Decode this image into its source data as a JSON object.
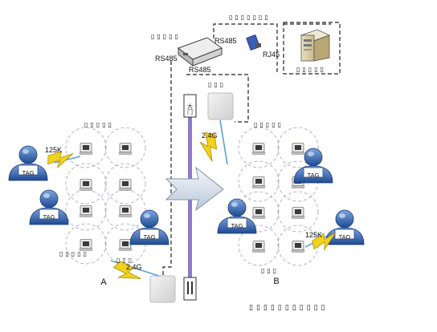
{
  "labels": {
    "rs485_top": "RS485",
    "rs485_left": "RS485",
    "rs485_bottom": "RS485",
    "rj45": "RJ45",
    "gate": "大门",
    "freq_24g_top": "2.4G",
    "freq_24g_bottom": "2.4G",
    "freq_125k_a": "125K",
    "freq_125k_b": "125K",
    "tag": "TAG",
    "zone_a": "A",
    "zone_b": "B"
  },
  "placeholders": {
    "hub_caption": "▯▯▯▯▯",
    "converter_caption": "▯▯▯▯▯▯▯",
    "server_caption": "▯▯▯▯▯",
    "reader_top_caption": "▯▯▯",
    "zone_a_caption": "▯▯▯▯▯",
    "zone_b_caption": "▯▯▯▯▯",
    "zone_a_bottom_caption": "▯▯▯▯▯",
    "reader_a_caption": "▯▯▯",
    "zone_b_bottom_caption": "▯▯▯",
    "footer_caption": "▯▯▯▯▯▯▯▯▯▯▯"
  },
  "colors": {
    "zone_circle": "#a9a9c8",
    "rail": "#8a7cc4",
    "person_body": "#2f5fa8",
    "person_light": "#6a93d2",
    "lightning": "#f2d21c",
    "arrow_fill": "#dfe8f3"
  }
}
